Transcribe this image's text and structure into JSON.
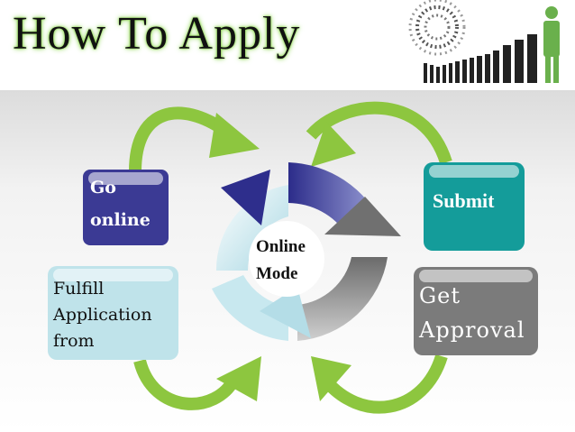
{
  "header": {
    "title": "How To Apply"
  },
  "diagram": {
    "center": {
      "line1": "Online",
      "line2": "Mode"
    },
    "steps": {
      "go_online": {
        "line1": "Go",
        "line2": "online"
      },
      "submit": {
        "label": "Submit"
      },
      "fulfill": {
        "line1": "Fulfill",
        "line2": "Application",
        "line3": "from"
      },
      "approval": {
        "line1": "Get",
        "line2": "Approval"
      }
    }
  },
  "colors": {
    "arrow_green": "#8dc63f",
    "go_online_box": "#3b3a94",
    "submit_box": "#149c9a",
    "fulfill_box": "#bfe3ea",
    "approval_box": "#7b7b7b",
    "title_glow": "#7fd13a"
  },
  "icons": [
    "people-growth-icon",
    "circular-arrow-icon"
  ]
}
